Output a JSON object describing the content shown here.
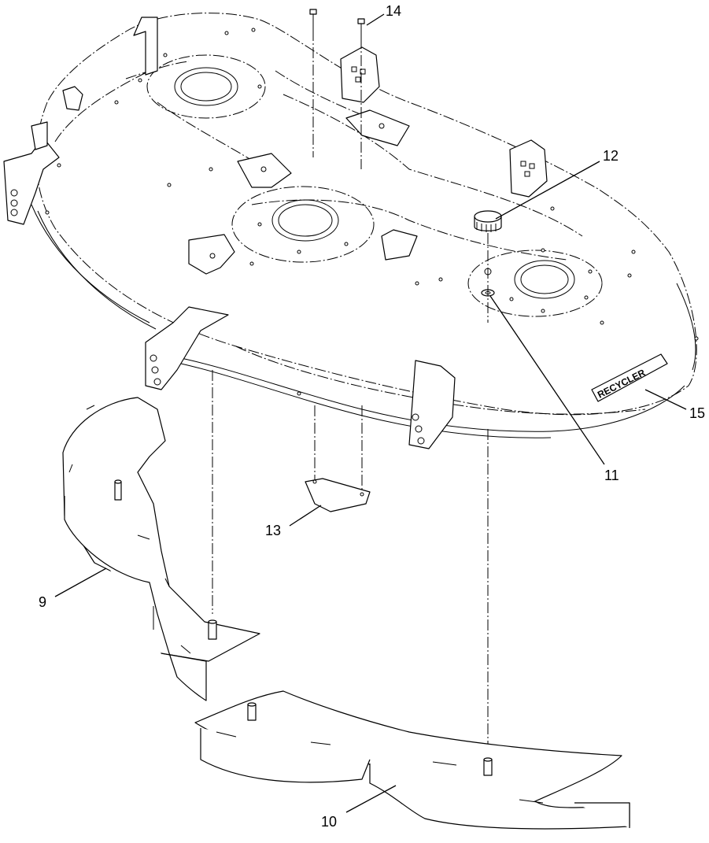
{
  "diagram": {
    "callouts": [
      {
        "id": "c14",
        "text": "14"
      },
      {
        "id": "c12",
        "text": "12"
      },
      {
        "id": "c11",
        "text": "11"
      },
      {
        "id": "c15",
        "text": "15"
      },
      {
        "id": "c13",
        "text": "13"
      },
      {
        "id": "c9",
        "text": "9"
      },
      {
        "id": "c10",
        "text": "10"
      }
    ],
    "decal_text": "RECYCLER"
  }
}
